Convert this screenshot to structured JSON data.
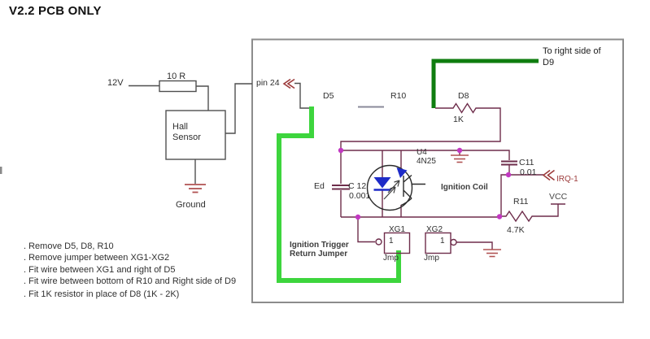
{
  "title": "V2.2 PCB ONLY",
  "hall_circuit": {
    "supply_label": "12V",
    "series_resistor_label": "10 R",
    "hall_label": "Hall\nSensor",
    "ground_label": "Ground",
    "pin_label": "pin 24"
  },
  "board": {
    "note_to_d9": "To right side of\nD9",
    "d5_label": "D5",
    "r10_label": "R10",
    "d8_label": "D8",
    "d8_value": "1K",
    "opto_label": "U4\n4N25",
    "ed_label": "Ed",
    "c12_label": "C 12",
    "c12_value": "0.001",
    "c11_label": "C11",
    "c11_value": "0.01",
    "irq_label": "IRQ-1",
    "vcc_label": "VCC",
    "r11_label": "R11",
    "r11_value": "4.7K",
    "coil_label": "Ignition Coil",
    "trigger_note": "Ignition Trigger\nReturn Jumper",
    "xg1_label": "XG1",
    "xg2_label": "XG2",
    "xg1_pin": "1",
    "xg2_pin": "1",
    "xg1_type": "Jmp",
    "xg2_type": "Jmp"
  },
  "notes": [
    ". Remove D5, D8, R10",
    ". Remove jumper between XG1-XG2",
    ". Fit wire between XG1 and right of D5",
    ". Fit wire between bottom of R10 and Right side of D9",
    ". Fit 1K resistor in place of D8 (1K - 2K)"
  ],
  "colors": {
    "wire_maroon": "#6e2d4b",
    "wire_grey": "#4f4f4f",
    "removed_stub_grey": "#8a8a9a",
    "highlight_green": "#3dd53d",
    "highlight_dark_green": "#0f7d0f",
    "junction_magenta": "#c238c2",
    "led_blue": "#1e2bc8",
    "symbol_red": "#a84e4e",
    "box_border_grey": "#8c8c8c"
  }
}
